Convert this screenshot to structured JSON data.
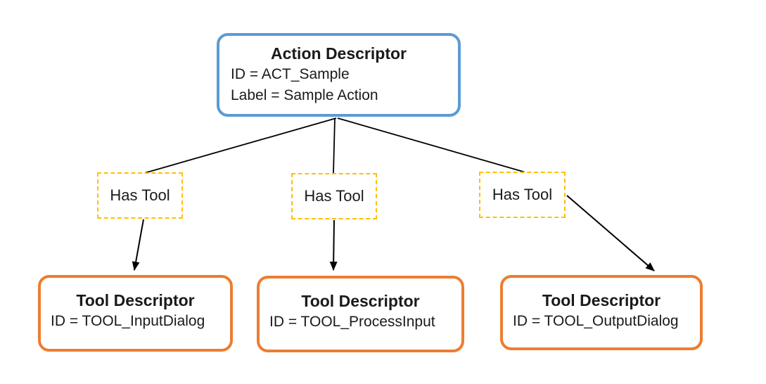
{
  "diagram": {
    "action_node": {
      "title": "Action Descriptor",
      "lines": [
        "ID = ACT_Sample",
        "Label = Sample Action"
      ]
    },
    "relation_nodes": [
      {
        "label": "Has Tool"
      },
      {
        "label": "Has Tool"
      },
      {
        "label": "Has Tool"
      }
    ],
    "tool_nodes": [
      {
        "title": "Tool Descriptor",
        "id_line": "ID = TOOL_InputDialog"
      },
      {
        "title": "Tool Descriptor",
        "id_line": "ID = TOOL_ProcessInput"
      },
      {
        "title": "Tool Descriptor",
        "id_line": "ID = TOOL_OutputDialog"
      }
    ],
    "edges": [
      {
        "from": "action-descriptor",
        "to": "has-tool-1",
        "arrowhead": false
      },
      {
        "from": "action-descriptor",
        "to": "has-tool-2",
        "arrowhead": false
      },
      {
        "from": "action-descriptor",
        "to": "has-tool-3",
        "arrowhead": false
      },
      {
        "from": "has-tool-1",
        "to": "tool-descriptor-1",
        "arrowhead": true
      },
      {
        "from": "has-tool-2",
        "to": "tool-descriptor-2",
        "arrowhead": true
      },
      {
        "from": "has-tool-3",
        "to": "tool-descriptor-3",
        "arrowhead": true
      }
    ],
    "colors": {
      "action_border": "#5B9BD5",
      "relation_border": "#FFC000",
      "tool_border": "#ED7D31",
      "connector": "#000000",
      "text": "#1a1a1a",
      "background": "#ffffff"
    }
  }
}
